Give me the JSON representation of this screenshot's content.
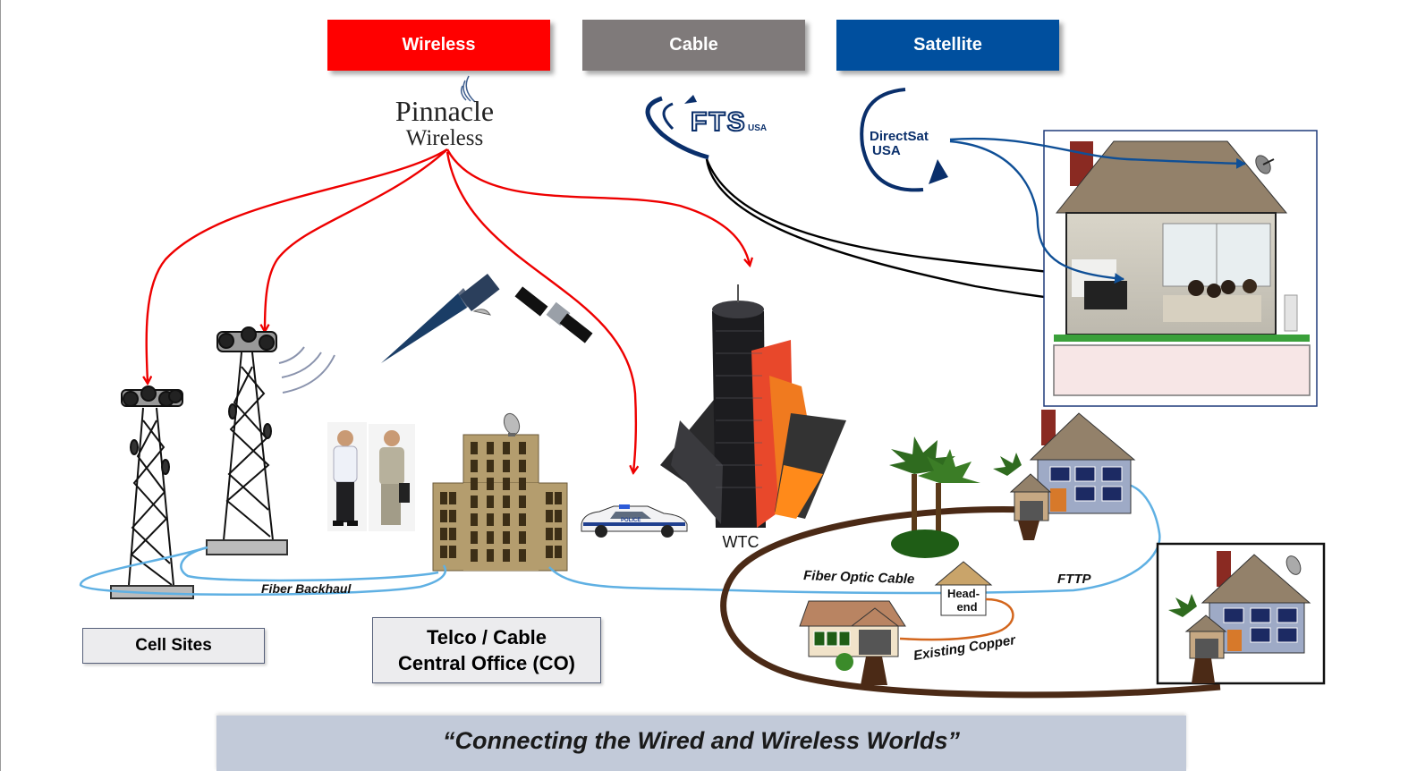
{
  "categories": {
    "wireless": {
      "label": "Wireless",
      "color": "#ff0000"
    },
    "cable": {
      "label": "Cable",
      "color": "#7f7a7a"
    },
    "satellite": {
      "label": "Satellite",
      "color": "#004f9e"
    }
  },
  "logos": {
    "pinnacle_line1": "Pinnacle",
    "pinnacle_line2": "Wireless",
    "fts": "FTS",
    "fts_suffix": "USA",
    "directsat_line1": "DirectSat",
    "directsat_line2": "USA"
  },
  "labels": {
    "wtc": "WTC",
    "fiber_backhaul": "Fiber Backhaul",
    "fiber_optic_cable": "Fiber Optic Cable",
    "fttp": "FTTP",
    "headend_line1": "Head-",
    "headend_line2": "end",
    "existing_copper": "Existing Copper",
    "police": "POLICE",
    "cell_sites": "Cell Sites",
    "co_line1": "Telco / Cable",
    "co_line2": "Central Office (CO)"
  },
  "footer": {
    "tagline": "“Connecting the Wired and Wireless Worlds”"
  },
  "colors": {
    "wireless_link": "#ee0000",
    "cable_link": "#000000",
    "satellite_link": "#0f4f96",
    "fiber": "#5fb0e3",
    "copper": "#d3661d",
    "fiber_ring": "#4b2a16",
    "building": "#b49d6e"
  }
}
